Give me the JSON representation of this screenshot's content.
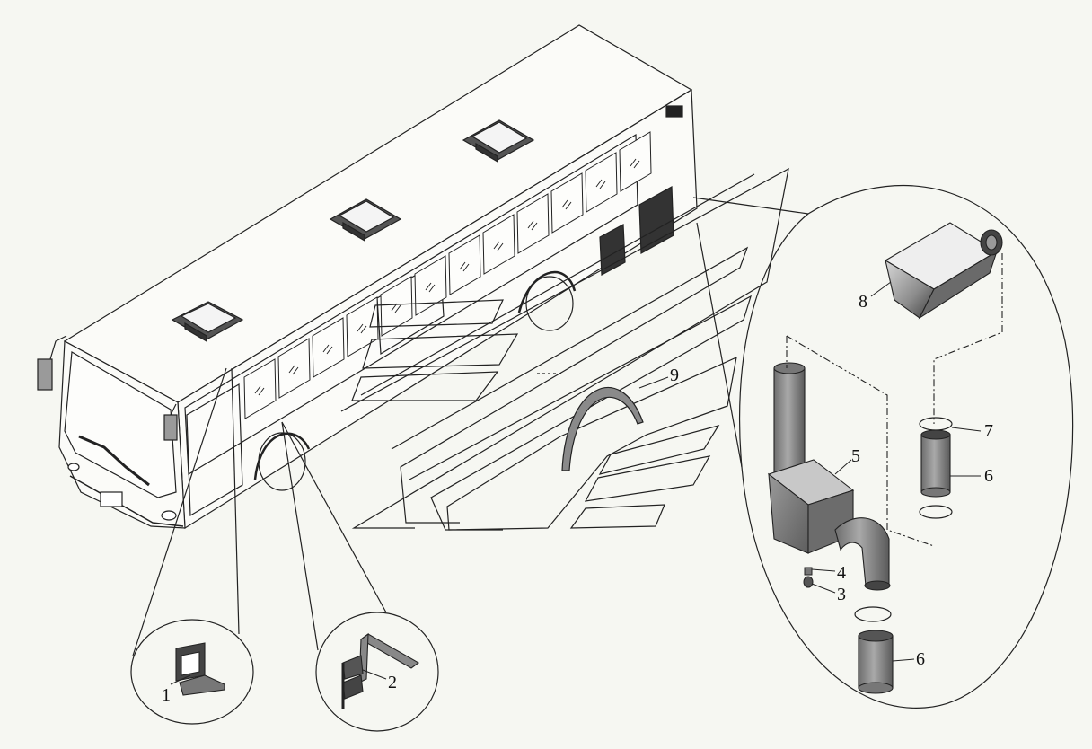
{
  "diagram": {
    "callouts": [
      {
        "id": "1",
        "label": "1"
      },
      {
        "id": "2",
        "label": "2"
      },
      {
        "id": "3",
        "label": "3"
      },
      {
        "id": "4",
        "label": "4"
      },
      {
        "id": "5",
        "label": "5"
      },
      {
        "id": "6a",
        "label": "6"
      },
      {
        "id": "6b",
        "label": "6"
      },
      {
        "id": "7",
        "label": "7"
      },
      {
        "id": "8",
        "label": "8"
      },
      {
        "id": "9",
        "label": "9"
      }
    ],
    "colors": {
      "background": "#f6f7f2",
      "line": "#222222",
      "part_fill": "#8a8a8a",
      "part_dark": "#555555"
    }
  }
}
